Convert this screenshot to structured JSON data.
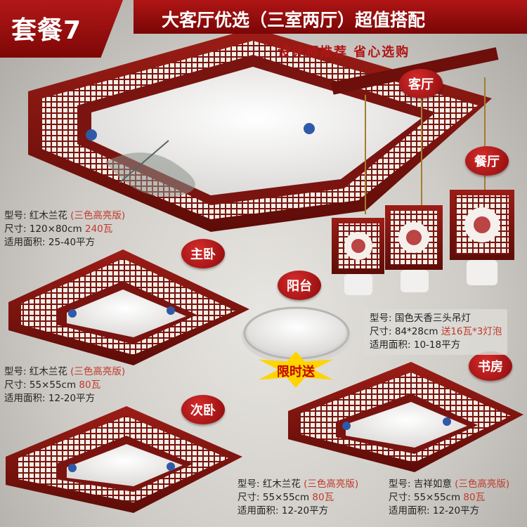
{
  "header": {
    "package_label": "套餐7",
    "headline": "大客厅优选（三室两厅）超值搭配",
    "subline": "设计师推荐 省心选购"
  },
  "rooms": {
    "living": "客厅",
    "dining": "餐厅",
    "master": "主卧",
    "balcony": "阳台",
    "second": "次卧",
    "study": "书房"
  },
  "promo": "限时送",
  "specs": {
    "living": {
      "model_label": "型号:",
      "model": "红木兰花",
      "version": "(三色高亮版)",
      "size_label": "尺寸:",
      "size": "120×80cm",
      "power": "240瓦",
      "area_label": "适用面积:",
      "area": "25-40平方"
    },
    "master": {
      "model_label": "型号:",
      "model": "红木兰花",
      "version": "(三色高亮版)",
      "size_label": "尺寸:",
      "size": "55×55cm",
      "power": "80瓦",
      "area_label": "适用面积:",
      "area": "12-20平方"
    },
    "dining": {
      "model_label": "型号:",
      "model": "国色天香三头吊灯",
      "size_label": "尺寸:",
      "size": "84*28cm",
      "extra": "送16瓦*3灯泡",
      "area_label": "适用面积:",
      "area": "10-18平方"
    },
    "second": {
      "model_label": "型号:",
      "model": "红木兰花",
      "version": "(三色高亮版)",
      "size_label": "尺寸:",
      "size": "55×55cm",
      "power": "80瓦",
      "area_label": "适用面积:",
      "area": "12-20平方"
    },
    "study": {
      "model_label": "型号:",
      "model": "吉祥如意",
      "version": "(三色高亮版)",
      "size_label": "尺寸:",
      "size": "55×55cm",
      "power": "80瓦",
      "area_label": "适用面积:",
      "area": "12-20平方"
    }
  },
  "colors": {
    "brand_red": "#9b0d0d",
    "wood": "#7a1410",
    "highlight": "#c0392b",
    "promo_yellow": "#ffd400"
  }
}
